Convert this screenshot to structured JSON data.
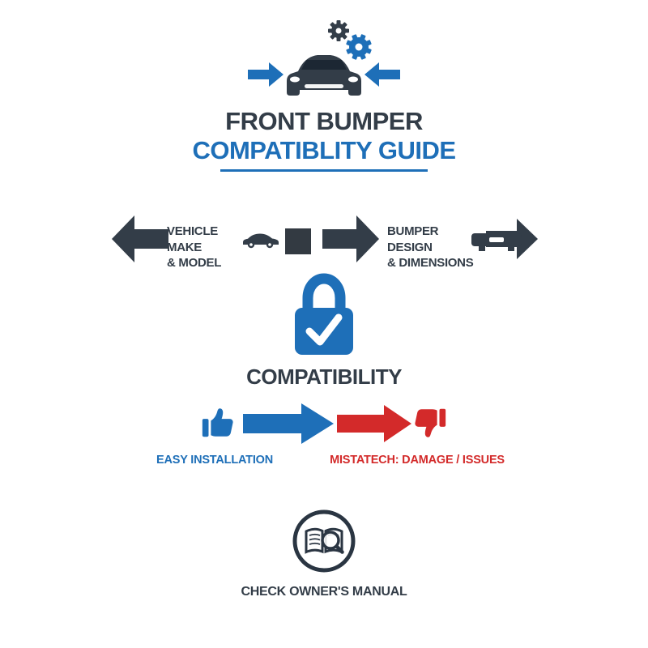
{
  "colors": {
    "background": "#ffffff",
    "dark": "#333d48",
    "blue": "#1e6fb8",
    "red": "#d32a2a"
  },
  "header": {
    "icon": "car-with-gears-and-arrows-icon",
    "title_line1": "FRONT BUMPER",
    "title_line2": "COMPATIBLITY GUIDE"
  },
  "factors": {
    "left": {
      "icon": "car-side-icon",
      "line1": "VEHICLE MAKE",
      "line2": "& MODEL"
    },
    "separator_icon": "square-connector",
    "right": {
      "icon": "bumper-icon",
      "line1": "BUMPER DESIGN",
      "line2": "& DIMENSIONS"
    }
  },
  "center": {
    "icon": "padlock-check-icon",
    "label": "COMPATIBILITY"
  },
  "outcomes": {
    "positive_icon": "thumbs-up-icon",
    "positive_label": "EASY INSTALLATION",
    "negative_icon": "thumbs-down-icon",
    "negative_label": "MISTATECH: DAMAGE / ISSUES"
  },
  "footer": {
    "icon": "owners-manual-icon",
    "label": "CHECK OWNER'S MANUAL"
  }
}
